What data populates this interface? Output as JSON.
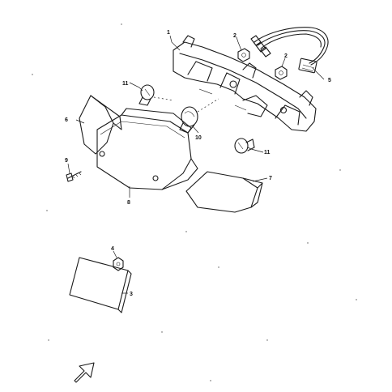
{
  "diagram": {
    "callouts": {
      "c1": "1",
      "c2a": "2",
      "c2b": "2",
      "c3": "3",
      "c4": "4",
      "c5": "5",
      "c6": "6",
      "c7": "7",
      "c8": "8",
      "c9": "9",
      "c10": "10",
      "c11a": "11",
      "c11b": "11"
    }
  }
}
